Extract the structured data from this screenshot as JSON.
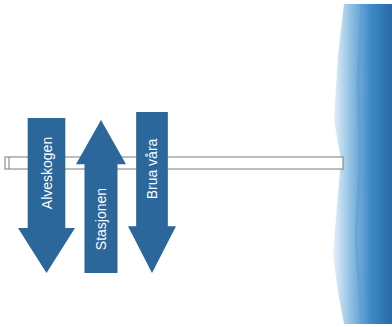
{
  "diagram": {
    "nodes": [
      {
        "text": [
          "Alveskogen"
        ]
      },
      {
        "text": [
          "Stasjonen"
        ]
      },
      {
        "text": [
          "Brua våra"
        ]
      }
    ]
  }
}
